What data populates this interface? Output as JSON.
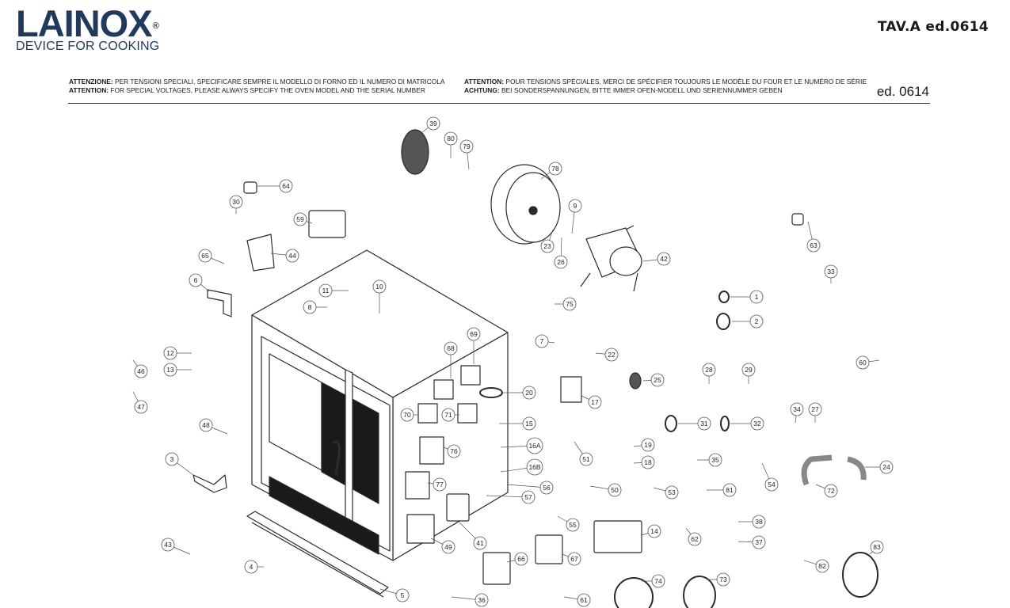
{
  "header": {
    "brand": "LAINOX",
    "brand_mark": "®",
    "tagline": "DEVICE FOR COOKING",
    "doc_code": "TAV.A ed.0614",
    "edition": "ed. 0614"
  },
  "notes": {
    "it_label": "ATTENZIONE:",
    "it_text": " PER TENSIONI SPECIALI, SPECIFICARE SEMPRE IL MODELLO DI FORNO ED IL NUMERO DI MATRICOLA",
    "en_label": "ATTENTION:",
    "en_text": " FOR SPECIAL VOLTAGES, PLEASE ALWAYS SPECIFY THE OVEN MODEL AND THE SERIAL NUMBER",
    "fr_label": "ATTENTION:",
    "fr_text": " POUR TENSIONS SPÉCIALES, MERCI DE SPÉCIFIER TOUJOURS LE MODÈLE DU FOUR ET LE NUMÉRO DE SÉRIE",
    "de_label": "ACHTUNG:",
    "de_text": " BEI SONDERSPANNUNGEN, BITTE IMMER OFEN-MODELL UND SERIENNUMMER GEBEN"
  },
  "colors": {
    "brand": "#1f3a5c",
    "line": "#2b2b2b",
    "panel": "#1a1a1a"
  },
  "parts": [
    "1",
    "2",
    "3",
    "4",
    "5",
    "6",
    "7",
    "8",
    "9",
    "10",
    "11",
    "12",
    "13",
    "14",
    "15",
    "16A",
    "16B",
    "17",
    "18",
    "19",
    "20",
    "22",
    "23",
    "24",
    "25",
    "26",
    "27",
    "28",
    "29",
    "30",
    "31",
    "32",
    "33",
    "34",
    "35",
    "36",
    "37",
    "38",
    "39",
    "41",
    "42",
    "43",
    "44",
    "46",
    "47",
    "48",
    "49",
    "50",
    "51",
    "53",
    "54",
    "55",
    "56",
    "57",
    "59",
    "60",
    "61",
    "62",
    "63",
    "64",
    "65",
    "66",
    "67",
    "68",
    "69",
    "70",
    "71",
    "72",
    "73",
    "74",
    "75",
    "76",
    "77",
    "78",
    "79",
    "80",
    "81",
    "82",
    "83"
  ]
}
